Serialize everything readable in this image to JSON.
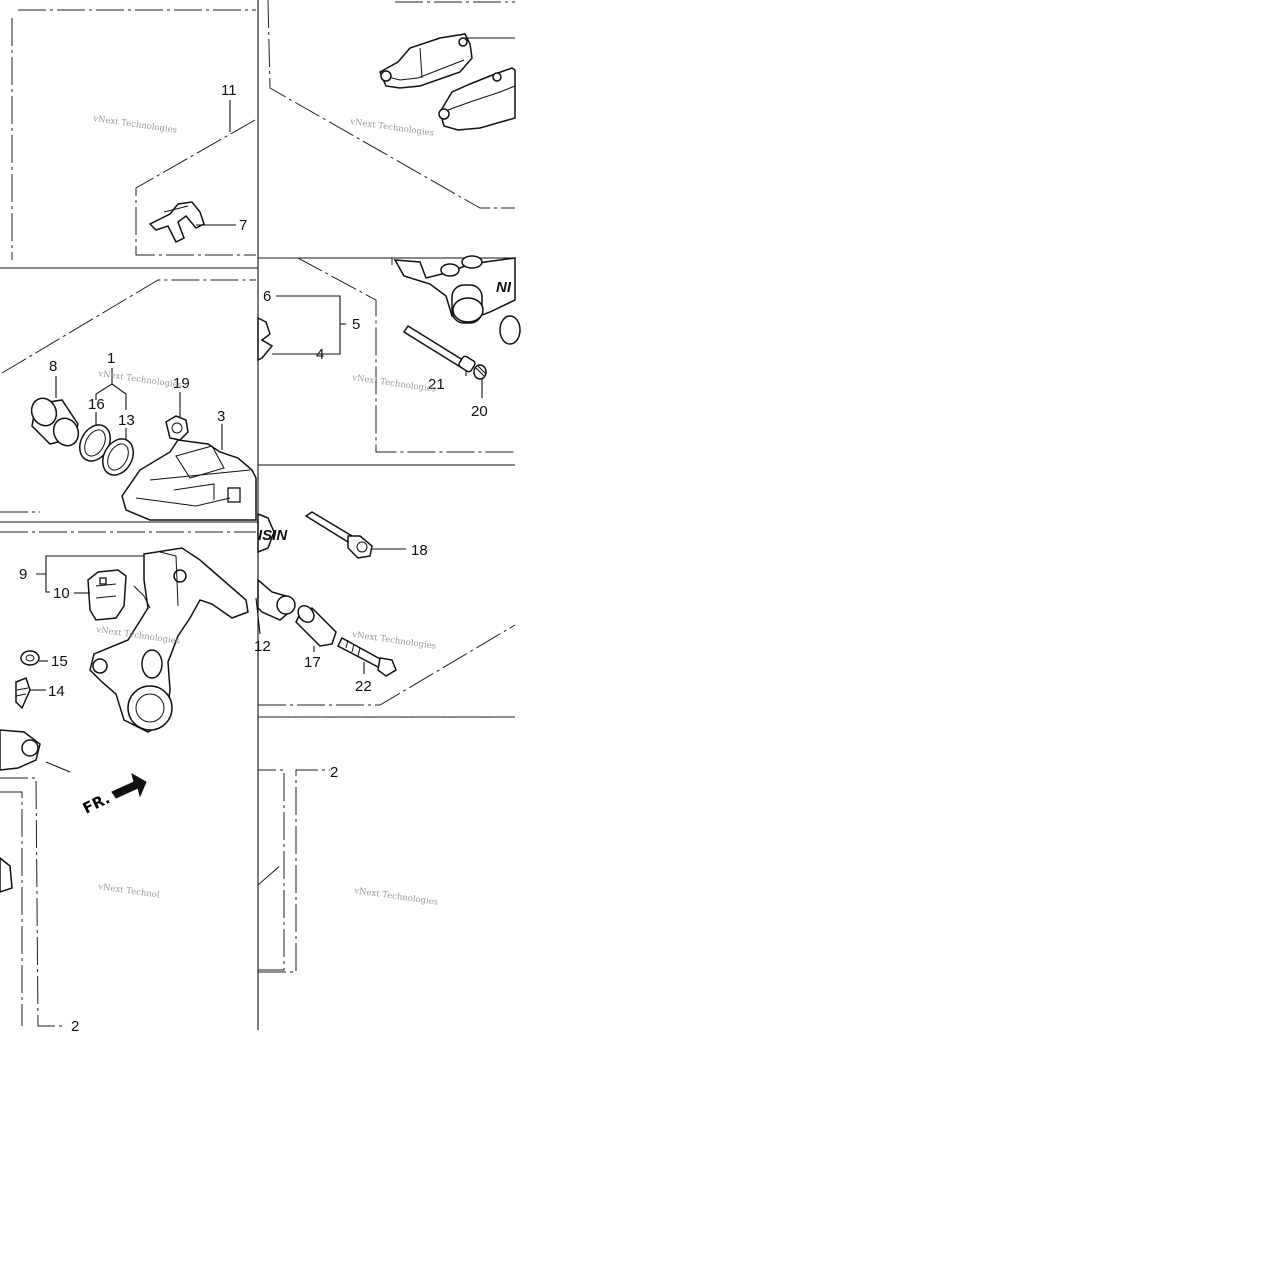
{
  "diagram": {
    "type": "exploded parts diagram",
    "callouts": [
      "1",
      "2",
      "2",
      "3",
      "4",
      "5",
      "6",
      "7",
      "8",
      "9",
      "10",
      "11",
      "12",
      "13",
      "14",
      "15",
      "16",
      "17",
      "18",
      "19",
      "20",
      "21",
      "22"
    ],
    "direction_label": "FR.",
    "watermark": "vNext Technologies",
    "watermark_partial": "vNext Technol"
  },
  "colors": {
    "line": "#111111",
    "watermark": "#9a9a9a",
    "background": "#ffffff"
  }
}
